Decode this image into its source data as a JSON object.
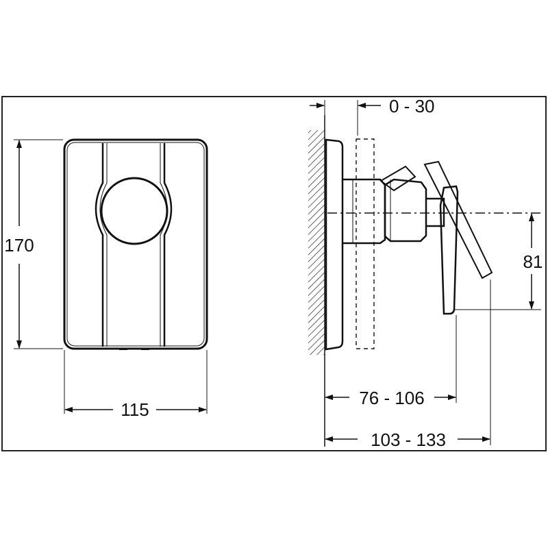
{
  "front_view": {
    "height_label": "170",
    "width_label": "115"
  },
  "side_view": {
    "wall_gap_label": "0 - 30",
    "handle_height_label": "81",
    "depth_short_label": "76 - 106",
    "depth_long_label": "103 - 133"
  },
  "colors": {
    "line": "#111111",
    "background": "#ffffff"
  }
}
